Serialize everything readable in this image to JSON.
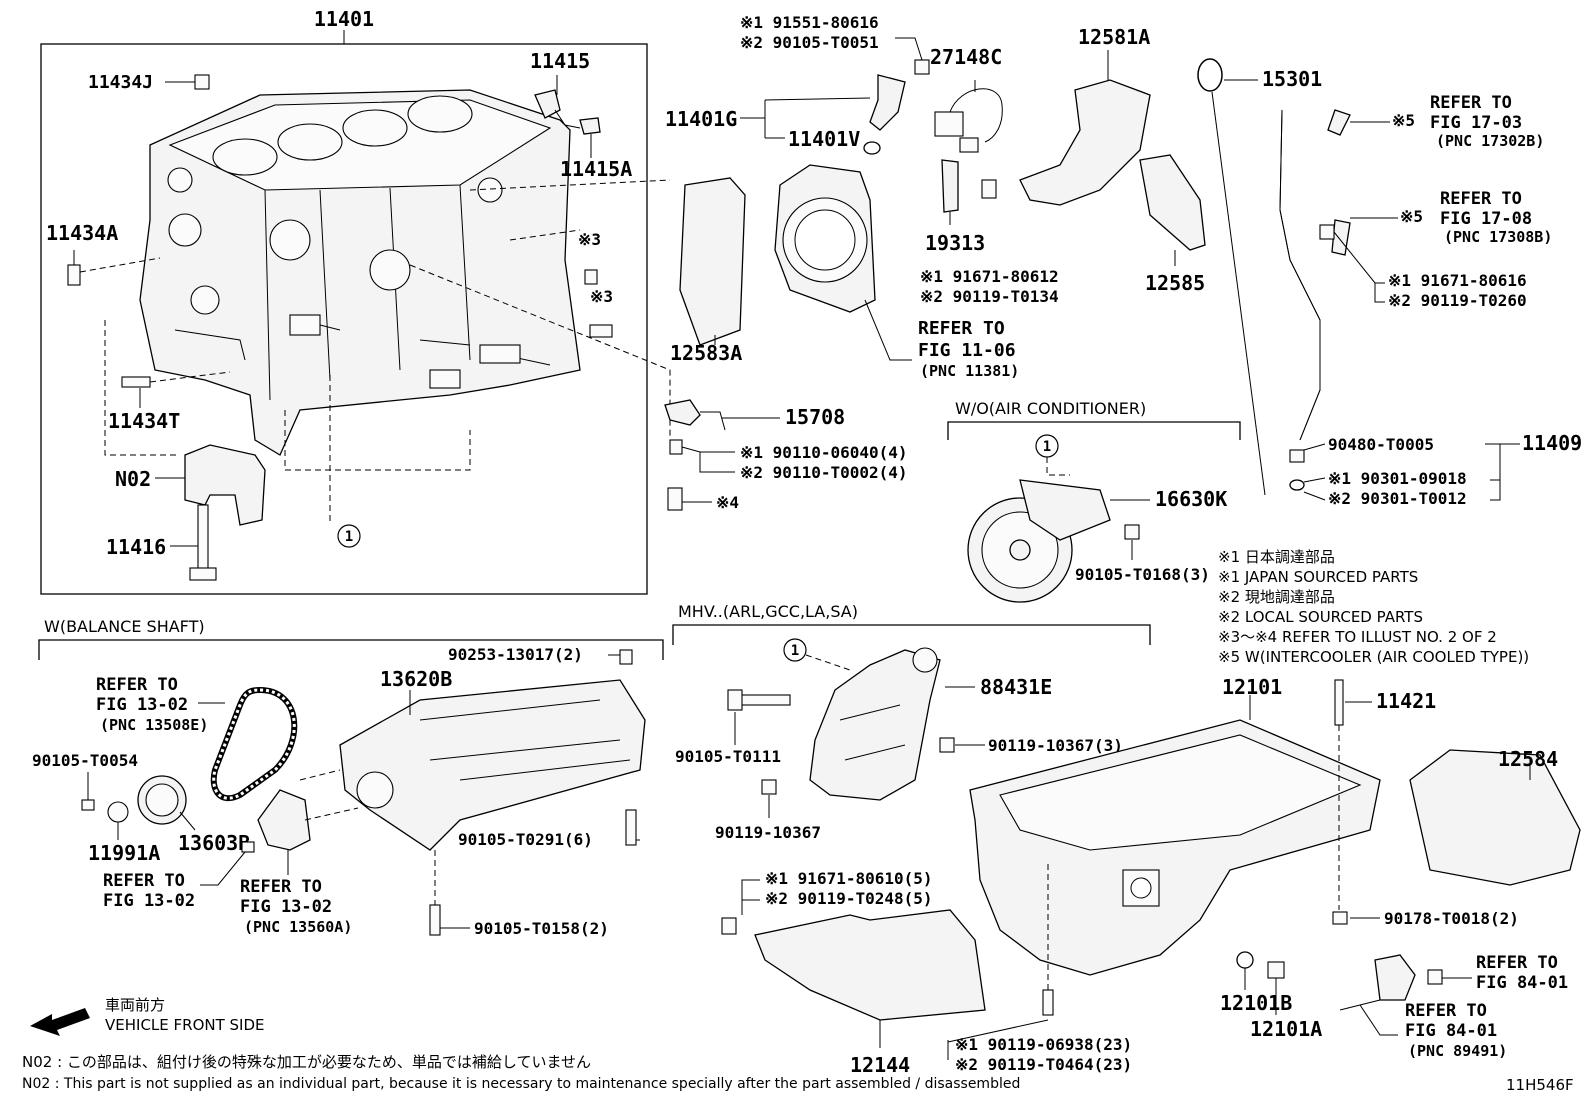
{
  "labels": {
    "p11401": "11401",
    "p11434J": "11434J",
    "p11415": "11415",
    "p11415A": "11415A",
    "p11434A": "11434A",
    "p11434T": "11434T",
    "pN02": "N02",
    "p11416": "11416",
    "note3a": "※3",
    "note3b": "※3",
    "c1_block": "1",
    "s1_91551": "※1 91551-80616",
    "s2_90105T0051": "※2 90105-T0051",
    "p11401G": "11401G",
    "p11401V": "11401V",
    "p12583A": "12583A",
    "p27148C": "27148C",
    "p19313": "19313",
    "s1_91671_80612": "※1 91671-80612",
    "s2_90119_T0134": "※2 90119-T0134",
    "refer_fig1106": "REFER TO",
    "refer_fig1106b": "FIG 11-06",
    "refer_fig1106c": "(PNC 11381)",
    "p12581A": "12581A",
    "p12585": "12585",
    "p15301": "15301",
    "refer_1703a": "REFER TO",
    "refer_1703b": "FIG 17-03",
    "refer_1703c": "(PNC 17302B)",
    "s5a": "※5",
    "refer_1708a": "REFER TO",
    "refer_1708b": "FIG 17-08",
    "refer_1708c": "(PNC 17308B)",
    "s5b": "※5",
    "s1_91671_80616": "※1 91671-80616",
    "s2_90119_T0260": "※2 90119-T0260",
    "p15708": "15708",
    "s1_90110_06040": "※1 90110-06040(4)",
    "s2_90110_T0002": "※2 90110-T0002(4)",
    "s4": "※4",
    "wo_ac": "W/O(AIR CONDITIONER)",
    "c1_ac": "1",
    "p16630K": "16630K",
    "p90105_T0168": "90105-T0168(3)",
    "p90480_T0005": "90480-T0005",
    "p11409": "11409",
    "s1_90301_09018": "※1 90301-09018",
    "s2_90301_T0012": "※2 90301-T0012",
    "w_balance": "W(BALANCE SHAFT)",
    "refer_1302a1": "REFER TO",
    "refer_1302a2": "FIG 13-02",
    "refer_1302a3": "(PNC 13508E)",
    "p90105_T0054": "90105-T0054",
    "p11991A": "11991A",
    "p13603B": "13603B",
    "refer_1302b1": "REFER TO",
    "refer_1302b2": "FIG 13-02",
    "refer_1302c1": "REFER TO",
    "refer_1302c2": "FIG 13-02",
    "refer_1302c3": "(PNC 13560A)",
    "p13620B": "13620B",
    "p90253_13017": "90253-13017(2)",
    "p90105_T0291": "90105-T0291(6)",
    "p90105_T0158": "90105-T0158(2)",
    "mhv": "MHV..(ARL,GCC,LA,SA)",
    "c1_mhv": "1",
    "p88431E": "88431E",
    "p90105_T0111": "90105-T0111",
    "p90119_10367_3": "90119-10367(3)",
    "p90119_10367": "90119-10367",
    "s1_91671_80610": "※1 91671-80610(5)",
    "s2_90119_T0248": "※2 90119-T0248(5)",
    "p12144": "12144",
    "s1_90119_06938": "※1 90119-06938(23)",
    "s2_90119_T0464": "※2 90119-T0464(23)",
    "p12101": "12101",
    "p11421": "11421",
    "p12584": "12584",
    "p90178_T0018": "90178-T0018(2)",
    "p12101B": "12101B",
    "p12101A": "12101A",
    "refer_8401a1": "REFER TO",
    "refer_8401a2": "FIG 84-01",
    "refer_8401b1": "REFER TO",
    "refer_8401b2": "FIG 84-01",
    "refer_8401b3": "(PNC 89491)",
    "diagram_code": "11H546F"
  },
  "legend": [
    "※1  日本調達部品",
    "※1  JAPAN SOURCED PARTS",
    "※2  現地調達部品",
    "※2  LOCAL SOURCED PARTS",
    "※3～※4  REFER TO ILLUST NO. 2 OF 2",
    "※5 W(INTERCOOLER (AIR COOLED TYPE))"
  ],
  "front": {
    "jp": "車両前方",
    "en": "VEHICLE FRONT SIDE"
  },
  "notes": {
    "jp": "N02 : この部品は、組付け後の特殊な加工が必要なため、単品では補給していません",
    "en": "N02 : This part is not supplied as an individual part, because it is necessary to maintenance specially after the part assembled / disassembled"
  }
}
